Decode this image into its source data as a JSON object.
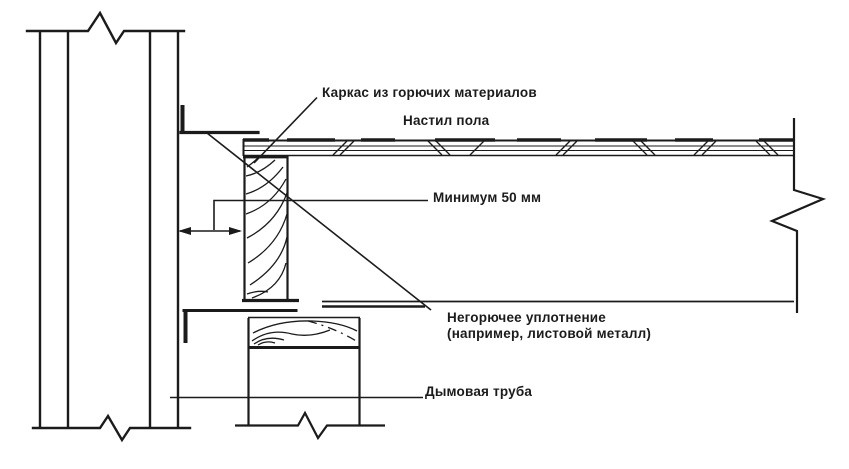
{
  "diagram": {
    "title_hint": "Chimney-to-floor fire clearance detail",
    "colors": {
      "ink": "#1b1b1b",
      "paper": "#ffffff"
    },
    "labels": {
      "frame": "Каркас из горючих материалов",
      "floor_deck": "Настил пола",
      "min_gap": "Минимум 50 мм",
      "seal_line1": "Негорючее уплотнение",
      "seal_line2": "(например, листовой металл)",
      "chimney": "Дымовая труба"
    }
  }
}
